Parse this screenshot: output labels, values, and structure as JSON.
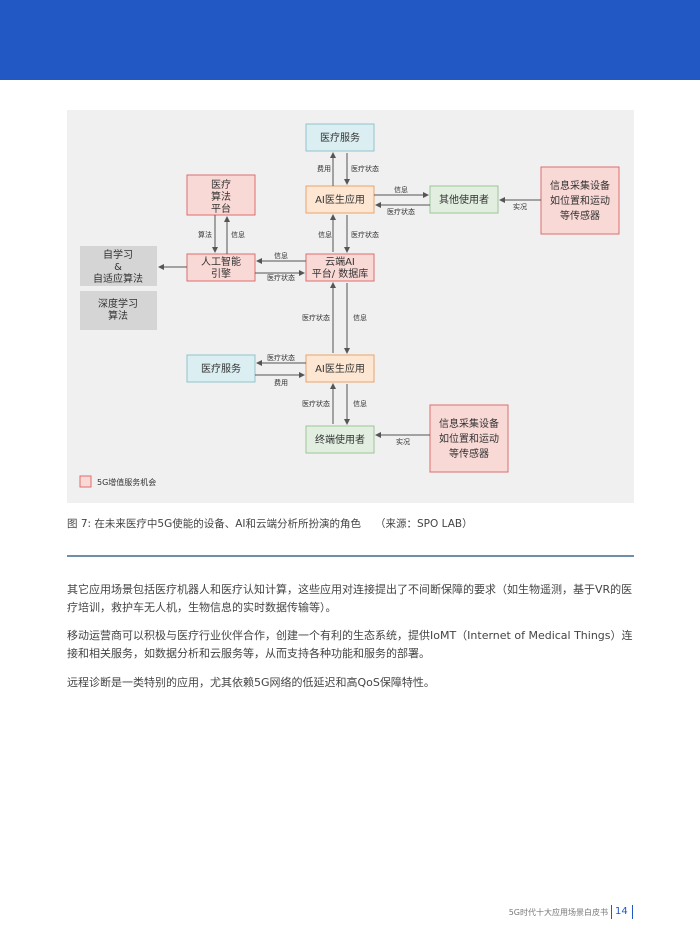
{
  "diagram": {
    "boxes": {
      "medical_service_top": "医疗服务",
      "ai_doctor_top": "AI医生应用",
      "other_users": "其他使用者",
      "collect_top": [
        "信息采集设备",
        "如位置和运动",
        "等传感器"
      ],
      "algo_platform": [
        "医疗",
        "算法",
        "平台"
      ],
      "ai_engine": [
        "人工智能",
        "引擎"
      ],
      "cloud_ai": [
        "云端AI",
        "平台/ 数据库"
      ],
      "self_learning": [
        "自学习",
        "&",
        "自适应算法"
      ],
      "deep_learning": [
        "深度学习",
        "算法"
      ],
      "medical_service_bottom": "医疗服务",
      "ai_doctor_bottom": "AI医生应用",
      "terminal_users": "终端使用者",
      "collect_bottom": [
        "信息采集设备",
        "如位置和运动",
        "等传感器"
      ]
    },
    "labels": {
      "fee": "费用",
      "medical_status": "医疗状态",
      "info": "信息",
      "realtime": "实况",
      "algorithm": "算法"
    },
    "legend": "5G增值服务机会"
  },
  "caption": {
    "text": "图 7: 在未来医疗中5G使能的设备、AI和云端分析所扮演的角色",
    "source": "（来源：SPO LAB）"
  },
  "paragraphs": [
    "其它应用场景包括医疗机器人和医疗认知计算，这些应用对连接提出了不间断保障的要求（如生物遥测，基于VR的医疗培训，救护车无人机，生物信息的实时数据传输等）。",
    "移动运营商可以积极与医疗行业伙伴合作，创建一个有利的生态系统，提供IoMT（Internet of Medical Things）连接和相关服务，如数据分析和云服务等，从而支持各种功能和服务的部署。",
    "远程诊断是一类特别的应用，尤其依赖5G网络的低延迟和高QoS保障特性。"
  ],
  "footer": {
    "title": "5G时代十大应用场景白皮书",
    "page": "14"
  },
  "colors": {
    "banner": "#2158c4",
    "teal_box_fill": "#dbeff2",
    "teal_box_stroke": "#8fc3ca",
    "orange_box_fill": "#fde7d3",
    "orange_box_stroke": "#e9a36c",
    "red_box_fill": "#f9d9d6",
    "red_box_stroke": "#dd6e6e",
    "green_box_fill": "#e2efe0",
    "green_box_stroke": "#9cc59a",
    "gray_box_fill": "#d5d5d5"
  }
}
